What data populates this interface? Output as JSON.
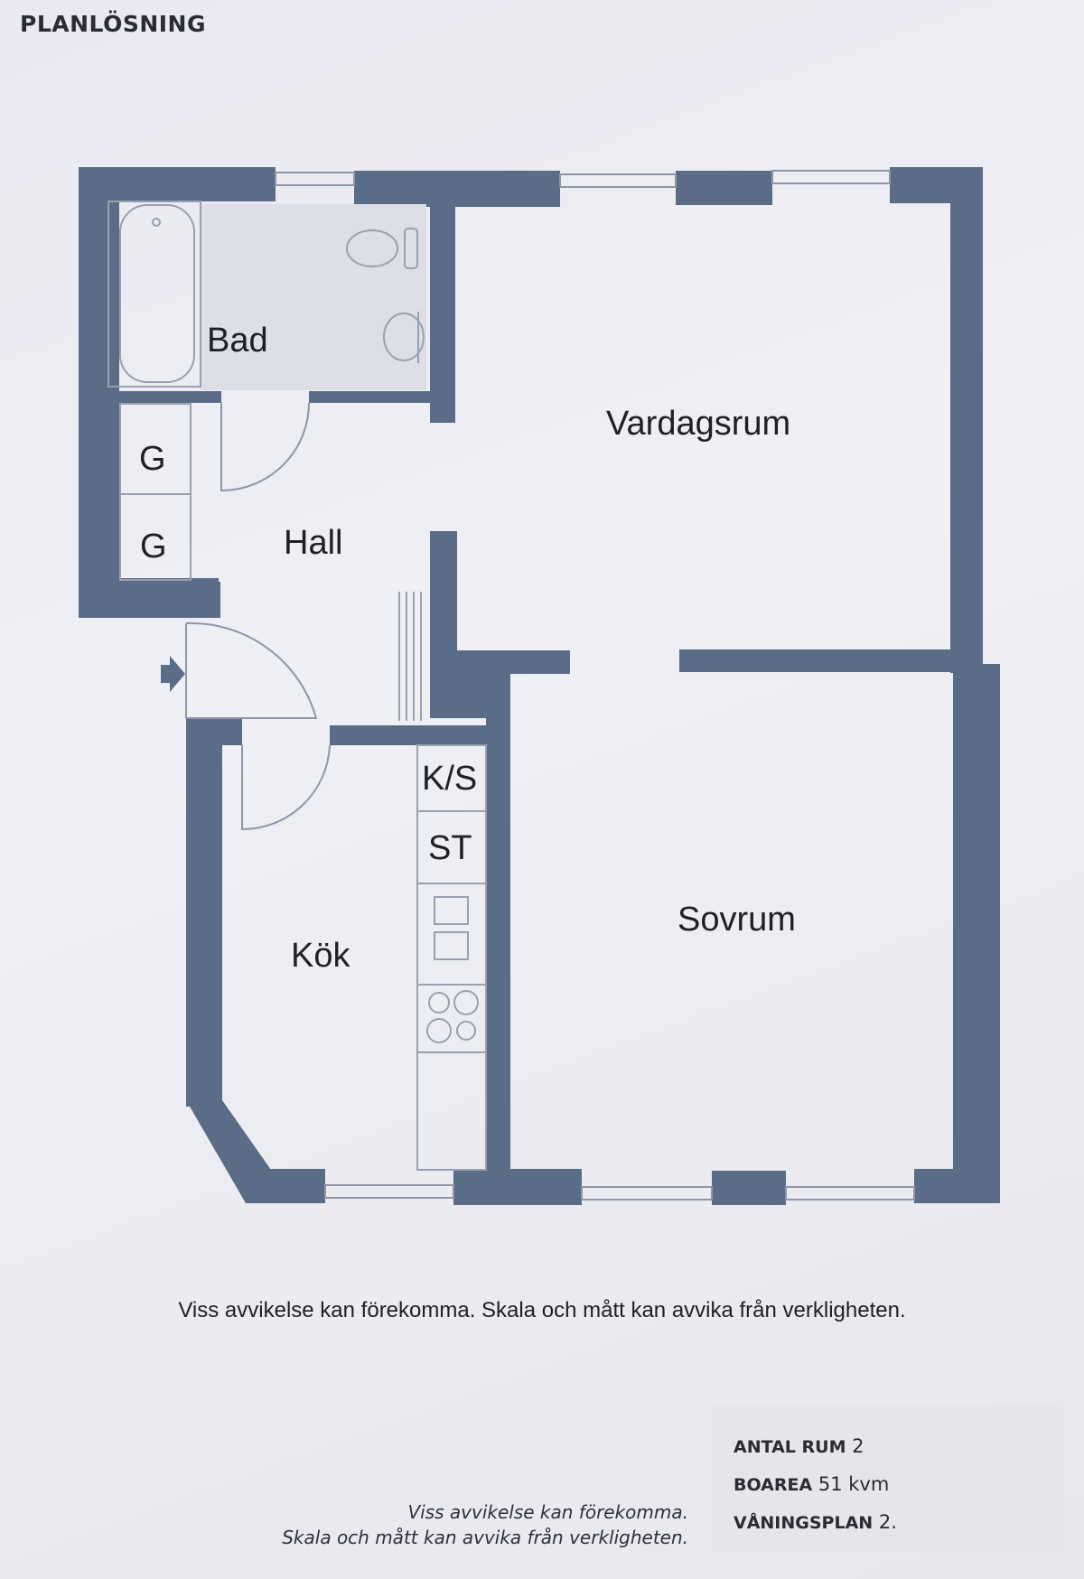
{
  "header": {
    "title": "PLANLÖSNING"
  },
  "rooms": {
    "bad": "Bad",
    "vardagsrum": "Vardagsrum",
    "hall": "Hall",
    "g1": "G",
    "g2": "G",
    "ks": "K/S",
    "st": "ST",
    "kok": "Kök",
    "sovrum": "Sovrum"
  },
  "disclaimer": "Viss avvikelse kan förekomma. Skala och mått kan avvika från verkligheten.",
  "footnote": {
    "line1": "Viss avvikelse kan förekomma.",
    "line2": "Skala och mått kan avvika från verkligheten."
  },
  "info": {
    "rooms_label": "ANTAL RUM",
    "rooms_value": "2",
    "area_label": "BOAREA",
    "area_value": "51 kvm",
    "floor_label": "VÅNINGSPLAN",
    "floor_value": "2."
  },
  "colors": {
    "wall": "#5b6c87",
    "paper": "#eceef3",
    "ink": "#1f2026"
  }
}
